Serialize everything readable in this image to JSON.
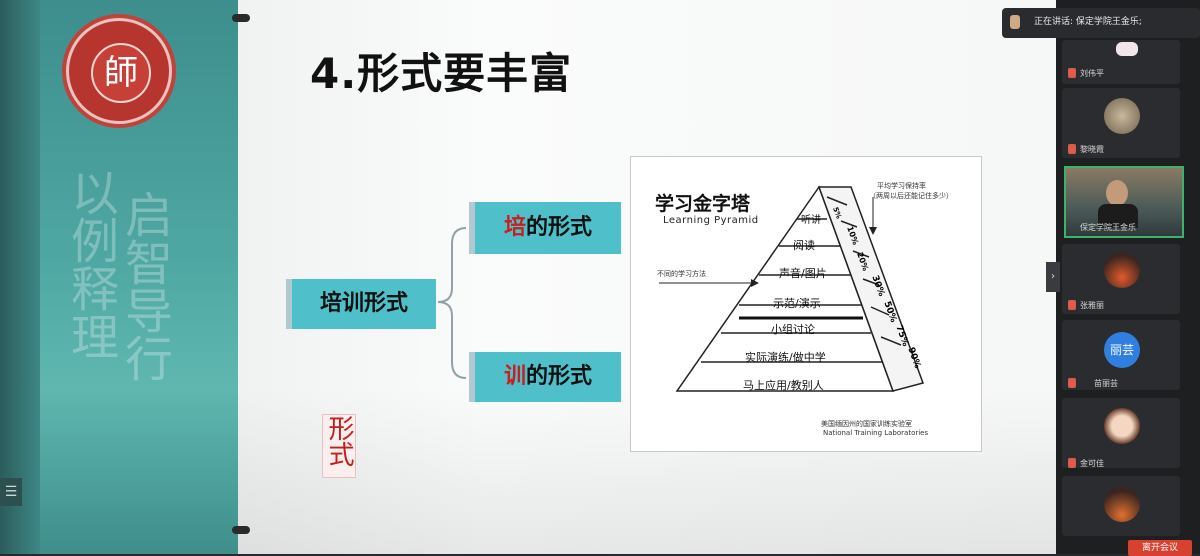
{
  "slide": {
    "title": "4.形式要丰富",
    "main_box": "培训形式",
    "branch_top_red": "培",
    "branch_top_rest": "的形式",
    "branch_bottom_red": "训",
    "branch_bottom_rest": "的形式",
    "stamp": "形式"
  },
  "school": {
    "seal_char": "師",
    "calligraphy_left": "以例释理",
    "calligraphy_right": "启智导行"
  },
  "pyramid": {
    "title_cn": "学习金字塔",
    "title_en": "Learning Pyramid",
    "retention_note_1": "平均学习保持率",
    "retention_note_2": "（两周以后还能记住多少）",
    "method_note": "不同的学习方法",
    "levels": [
      "听讲",
      "阅读",
      "声音/图片",
      "示范/演示",
      "小组讨论",
      "实际演练/做中学",
      "马上应用/教别人"
    ],
    "percents": [
      "5%",
      "10%",
      "20%",
      "30%",
      "50%",
      "75%",
      "90%"
    ],
    "source_cn": "美国缅因州的国家训练实验室",
    "source_en": "National Training Laboratories"
  },
  "meeting": {
    "speaking": "正在讲话: 保定学院王金乐;",
    "participants": [
      {
        "name": "刘伟平"
      },
      {
        "name": "黎晓霞"
      },
      {
        "name": "保定学院王金乐"
      },
      {
        "name": "张雅丽"
      },
      {
        "name": "苗丽芸",
        "avatar_text": "丽芸"
      },
      {
        "name": "金可佳"
      }
    ],
    "leave_label": "离开会议"
  },
  "colors": {
    "teal": "#4fc0c9",
    "red": "#c8201c",
    "leave": "#d8402f"
  }
}
